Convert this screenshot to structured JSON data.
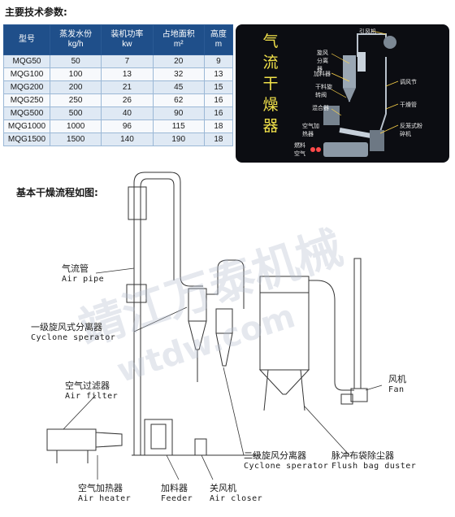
{
  "spec_title": "主要技术参数:",
  "table": {
    "headers": [
      {
        "l1": "型号",
        "l2": ""
      },
      {
        "l1": "蒸发水份",
        "l2": "kg/h"
      },
      {
        "l1": "装机功率",
        "l2": "kw"
      },
      {
        "l1": "占地面积",
        "l2": "m²"
      },
      {
        "l1": "高度",
        "l2": "m"
      }
    ],
    "rows": [
      [
        "MQG50",
        "50",
        "7",
        "20",
        "9"
      ],
      [
        "MQG100",
        "100",
        "13",
        "32",
        "13"
      ],
      [
        "MQG200",
        "200",
        "21",
        "45",
        "15"
      ],
      [
        "MQG250",
        "250",
        "26",
        "62",
        "16"
      ],
      [
        "MQG500",
        "500",
        "40",
        "90",
        "16"
      ],
      [
        "MQG1000",
        "1000",
        "96",
        "115",
        "18"
      ],
      [
        "MQG1500",
        "1500",
        "140",
        "190",
        "18"
      ]
    ]
  },
  "photo": {
    "title": "气流干燥器",
    "labels": {
      "fan": "引风机",
      "cyclone": "旋风分离器",
      "feeder": "加料器",
      "dry_feeder": "干料旋转阀",
      "mixer": "混合器",
      "heater": "空气加热器",
      "fuel": "燃料空气",
      "damper": "调风节",
      "dry_pipe": "干燥管",
      "crusher": "反笼式粉碎机"
    }
  },
  "flow_title": "基本干燥流程如图:",
  "watermark": {
    "cn": "靖江万泰机械",
    "en": "wtdw.com"
  },
  "labels": {
    "air_pipe": {
      "cn": "气流管",
      "en": "Air pipe"
    },
    "cyclone1": {
      "cn": "一级旋风式分离器",
      "en": "Cyclone sperator"
    },
    "air_filter": {
      "cn": "空气过滤器",
      "en": "Air filter"
    },
    "fan": {
      "cn": "风机",
      "en": "Fan"
    },
    "air_heater": {
      "cn": "空气加热器",
      "en": "Air heater"
    },
    "feeder": {
      "cn": "加料器",
      "en": "Feeder"
    },
    "air_closer": {
      "cn": "关风机",
      "en": "Air closer"
    },
    "cyclone2": {
      "cn": "二级旋风分离器",
      "en": "Cyclone sperator"
    },
    "duster": {
      "cn": "脉冲布袋除尘器",
      "en": "Flush bag duster"
    }
  },
  "colors": {
    "header_bg": "#1f4f8a",
    "photo_bg": "#0c0d12",
    "photo_title": "#f2e24a",
    "line": "#333333"
  }
}
